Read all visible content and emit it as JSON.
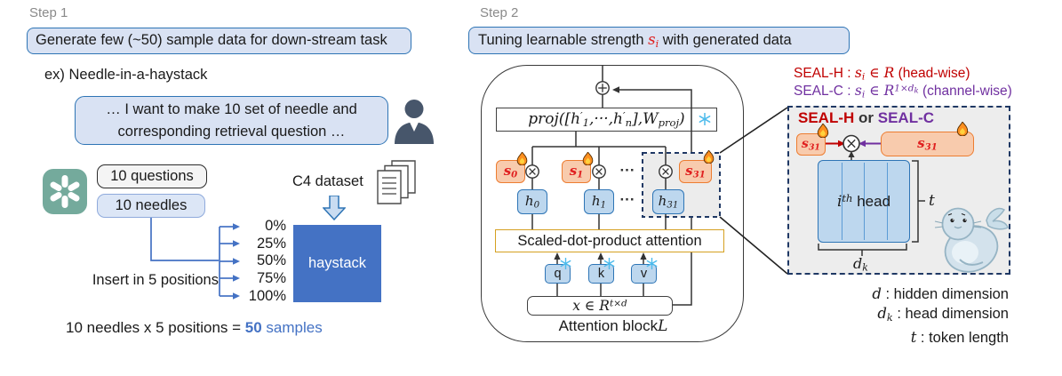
{
  "step1": {
    "label": "Step 1",
    "title": "Generate few (~50) sample data for down-stream task",
    "example": "ex) Needle-in-a-haystack",
    "chat_line1": "… I want to make 10 set of needle and",
    "chat_line2": "corresponding retrieval question …",
    "questions": "10 questions",
    "needles": "10 needles",
    "c4": "C4 dataset",
    "haystack": "haystack",
    "insert": "Insert in 5 positions",
    "positions": [
      "0%",
      "25%",
      "50%",
      "75%",
      "100%"
    ],
    "samples_prefix": "10 needles x 5 positions = ",
    "samples_count": "50",
    "samples_suffix": " samples"
  },
  "step2": {
    "label": "Step 2",
    "title_prefix": "Tuning learnable strength ",
    "title_math": [
      {
        "t": "s",
        "k": "n"
      },
      {
        "t": "i",
        "k": "d"
      }
    ],
    "title_suffix": " with generated data",
    "proj": [
      {
        "t": "proj([",
        "k": "n"
      },
      {
        "t": "h",
        "k": "n"
      },
      {
        "t": "′",
        "k": "u"
      },
      {
        "t": "1",
        "k": "d"
      },
      {
        "t": ",···,",
        "k": "n"
      },
      {
        "t": "h",
        "k": "n"
      },
      {
        "t": "′",
        "k": "u"
      },
      {
        "t": "n",
        "k": "d"
      },
      {
        "t": "],",
        "k": "n"
      },
      {
        "t": "W",
        "k": "n"
      },
      {
        "t": "proj",
        "k": "d"
      },
      {
        "t": ")",
        "k": "n"
      }
    ],
    "s0": [
      {
        "t": "s",
        "k": "n"
      },
      {
        "t": "0",
        "k": "d"
      }
    ],
    "s1": [
      {
        "t": "s",
        "k": "n"
      },
      {
        "t": "1",
        "k": "d"
      }
    ],
    "s31": [
      {
        "t": "s",
        "k": "n"
      },
      {
        "t": "31",
        "k": "d"
      }
    ],
    "h0": [
      {
        "t": "h",
        "k": "n"
      },
      {
        "t": "0",
        "k": "d"
      }
    ],
    "h1": [
      {
        "t": "h",
        "k": "n"
      },
      {
        "t": "1",
        "k": "d"
      }
    ],
    "h31": [
      {
        "t": "h",
        "k": "n"
      },
      {
        "t": "31",
        "k": "d"
      }
    ],
    "dots": "···",
    "sdpa": "Scaled-dot-product attention",
    "q": "q",
    "k": "k",
    "v": "v",
    "x_formula": [
      {
        "t": "x ∈ R",
        "k": "n"
      },
      {
        "t": "t×d",
        "k": "u"
      }
    ],
    "block_label_prefix": "Attention block ",
    "block_label_L": [
      {
        "t": "L",
        "k": "n"
      }
    ]
  },
  "annotations": {
    "seal_h_prefix": "SEAL-H : ",
    "seal_h_math": [
      {
        "t": "s",
        "k": "n"
      },
      {
        "t": "i",
        "k": "d"
      },
      {
        "t": " ∈ R",
        "k": "n"
      }
    ],
    "seal_h_suffix": " (head-wise)",
    "seal_c_prefix": "SEAL-C : ",
    "seal_c_math": [
      {
        "t": "s",
        "k": "n"
      },
      {
        "t": "i",
        "k": "d"
      },
      {
        "t": " ∈ R",
        "k": "n"
      },
      {
        "t": "1×d",
        "k": "u"
      },
      {
        "t": "k",
        "k": "ud"
      }
    ],
    "seal_c_suffix": " (channel-wise)"
  },
  "panel": {
    "title_h": "SEAL-H",
    "title_or": " or ",
    "title_c": "SEAL-C",
    "s31": [
      {
        "t": "s",
        "k": "n"
      },
      {
        "t": "31",
        "k": "d"
      }
    ],
    "head_math": [
      {
        "t": "i",
        "k": "n"
      },
      {
        "t": "th",
        "k": "u"
      }
    ],
    "head_suffix": " head",
    "t_label": [
      {
        "t": "t",
        "k": "n"
      }
    ],
    "dk_label": [
      {
        "t": "d",
        "k": "n"
      },
      {
        "t": "k",
        "k": "d"
      }
    ],
    "legend": [
      {
        "math": [
          {
            "t": "d",
            "k": "n"
          }
        ],
        "text": " : hidden dimension"
      },
      {
        "math": [
          {
            "t": "d",
            "k": "n"
          },
          {
            "t": "k",
            "k": "d"
          }
        ],
        "text": " : head dimension"
      },
      {
        "math": [
          {
            "t": "t",
            "k": "n"
          }
        ],
        "text": " : token length"
      }
    ]
  },
  "icons": {
    "gpt": "openai-logo",
    "user": "person-silhouette",
    "docs": "document-stack",
    "down_arrow": "block-down-arrow",
    "flame": "flame (learnable)",
    "snowflake": "snowflake (frozen)",
    "seal": "seal-mascot"
  },
  "colors": {
    "step_box_bg": "#D9E2F3",
    "step_box_border": "#2E74B5",
    "haystack_blue": "#4472C4",
    "strength_bg": "#F8CBAD",
    "strength_border": "#ED7D31",
    "strength_text": "#E02020",
    "head_bg": "#BDD7EE",
    "seal_h_red": "#C00000",
    "seal_c_purple": "#7030A0",
    "dashed_navy": "#1F3864",
    "sdpa_border": "#D5A021",
    "frozen_blue": "#4DBBEC"
  }
}
